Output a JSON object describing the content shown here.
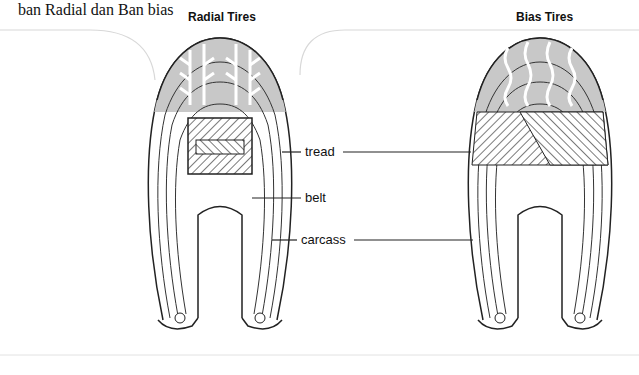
{
  "diagram": {
    "title": "ban Radial dan Ban bias",
    "labels": [
      "Radial Tires",
      "Bias Tires",
      "tread",
      "belt",
      "carcass"
    ]
  }
}
